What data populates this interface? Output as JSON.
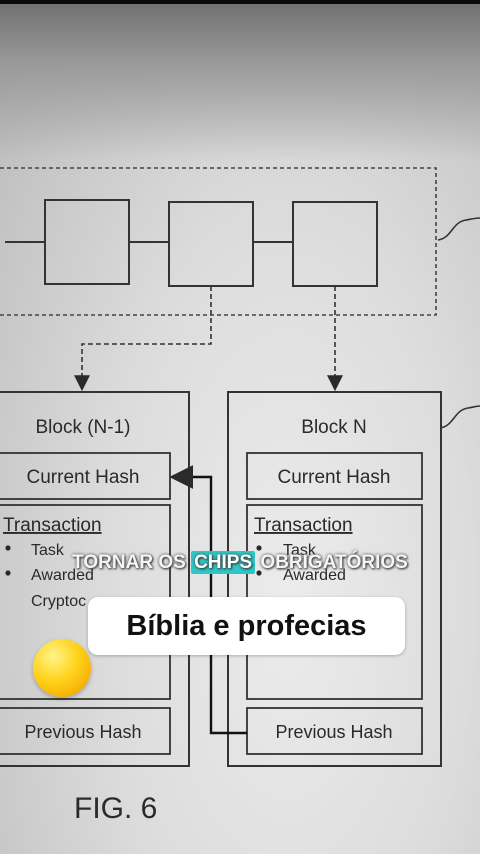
{
  "video": {
    "caption_before": "TORNAR OS ",
    "caption_highlight": "CHIPS",
    "caption_after": " OBRIGATÓRIOS",
    "title": "Bíblia e profecias"
  },
  "diagram": {
    "block_left": {
      "title": "Block (N-1)",
      "current_hash": "Current Hash",
      "transaction_heading": "Transaction",
      "bullet_1": "Task",
      "bullet_2": "Awarded",
      "line_3": "Cryptoc",
      "previous_hash": "Previous Hash"
    },
    "block_right": {
      "title": "Block N",
      "current_hash": "Current Hash",
      "transaction_heading": "Transaction",
      "bullet_1": "Task",
      "bullet_2": "Awarded",
      "previous_hash": "Previous Hash"
    },
    "figure_label": "FIG. 6"
  },
  "colors": {
    "caption_highlight": "#2ec7c7",
    "line": "#333333",
    "emoji_yellow": "#ffd21a"
  }
}
